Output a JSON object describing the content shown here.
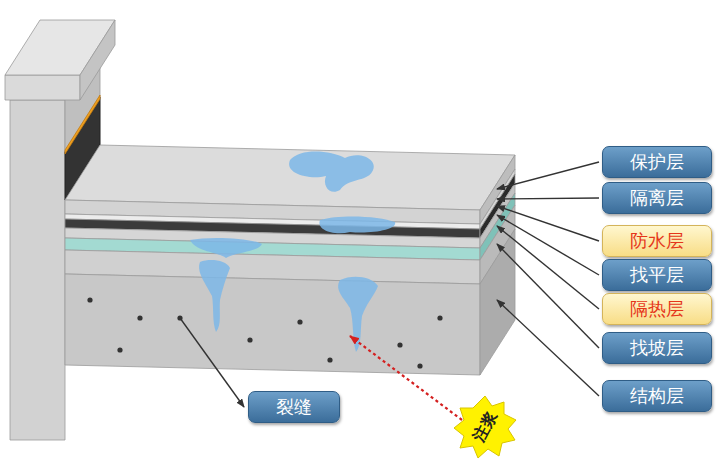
{
  "diagram": {
    "nodes": [
      {
        "text": [
          "保护层"
        ]
      },
      {
        "text": [
          "隔离层"
        ]
      },
      {
        "text": [
          "防水层"
        ]
      },
      {
        "text": [
          "找平层"
        ]
      },
      {
        "text": [
          "隔热层"
        ]
      },
      {
        "text": [
          "找坡层"
        ]
      },
      {
        "text": [
          "结构层"
        ]
      },
      {
        "text": [
          "裂缝"
        ]
      },
      {
        "text": [
          "注浆"
        ]
      }
    ]
  }
}
